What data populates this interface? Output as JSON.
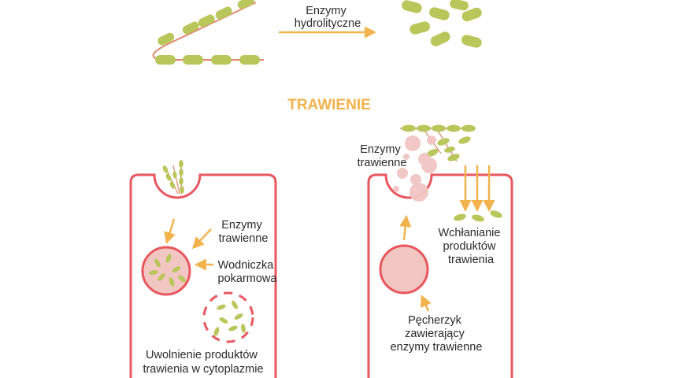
{
  "title": "TRAWIENIE",
  "top": {
    "enzymes_label": [
      "Enzymy",
      "hydrolityczne"
    ]
  },
  "left_cell": {
    "enzymes_label": [
      "Enzymy",
      "trawienne"
    ],
    "vacuole_label": [
      "Wodniczka",
      "pokarmowa"
    ],
    "release_label": [
      "Uwolnienie produktów",
      "trawienia w cytoplazmie"
    ]
  },
  "right_cell": {
    "enzymes_label": [
      "Enzymy",
      "trawienne"
    ],
    "absorption_label": [
      "Wchłanianie",
      "produktów",
      "trawienia"
    ],
    "vesicle_label": [
      "Pęcherzyk",
      "zawierający",
      "enzymy trawienne"
    ]
  },
  "colors": {
    "cell_outline": "#e8575e",
    "arrow": "#f2b24c",
    "particle": "#b9c65a",
    "chain": "#e0876b",
    "vesicle_fill": "#f1c6c3",
    "title": "#f2b24c"
  }
}
